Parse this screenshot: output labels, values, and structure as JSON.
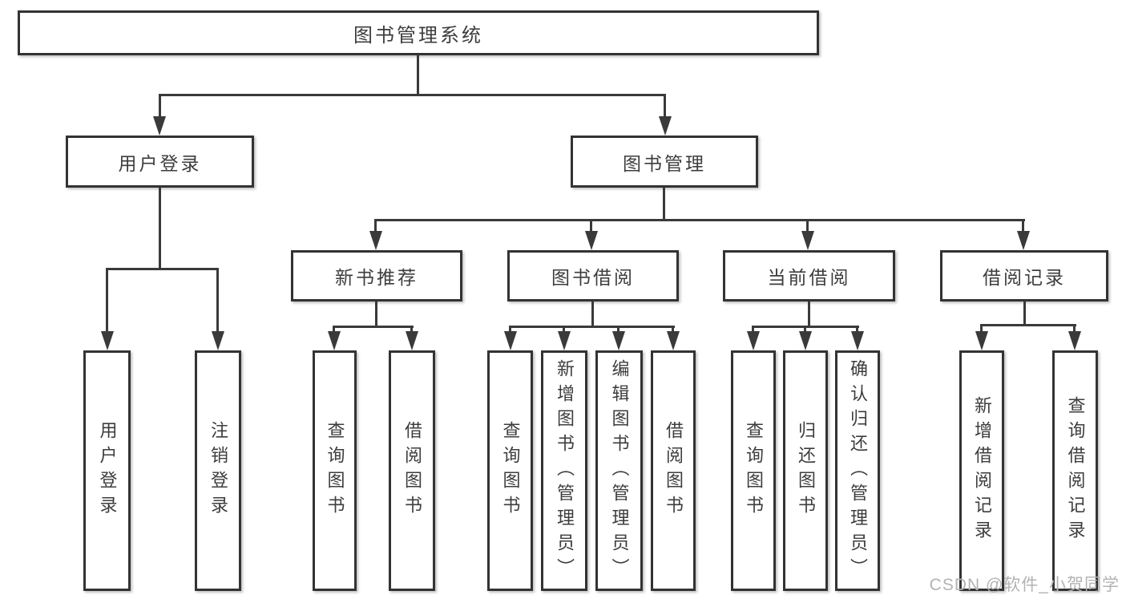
{
  "colors": {
    "background": "#ffffff",
    "line": "#3a3a3a",
    "box_border": "#333333",
    "text": "#3d3d3d",
    "watermark_text": "#b3b3b3"
  },
  "diagram": {
    "type": "tree-hierarchy",
    "nodes": {
      "root": "图书管理系统",
      "user_login": "用户登录",
      "book_management": "图书管理",
      "new_book_recommend": "新书推荐",
      "book_borrow": "图书借阅",
      "current_borrow": "当前借阅",
      "borrow_records": "借阅记录",
      "leaf_user_login": "用户登录",
      "leaf_logout": "注销登录",
      "leaf_query_books_1": "查询图书",
      "leaf_borrow_books_1": "借阅图书",
      "leaf_query_books_2": "查询图书",
      "leaf_add_books": "新增图书（管理员）",
      "leaf_edit_books": "编辑图书（管理员）",
      "leaf_borrow_books_2": "借阅图书",
      "leaf_query_books_3": "查询图书",
      "leaf_return_books": "归还图书",
      "leaf_confirm_return": "确认归还（管理员）",
      "leaf_add_borrow_record": "新增借阅记录",
      "leaf_query_borrow_record": "查询借阅记录"
    },
    "edges": [
      [
        "图书管理系统",
        "用户登录"
      ],
      [
        "图书管理系统",
        "图书管理"
      ],
      [
        "用户登录",
        "用户登录(叶)"
      ],
      [
        "用户登录",
        "注销登录"
      ],
      [
        "图书管理",
        "新书推荐"
      ],
      [
        "图书管理",
        "图书借阅"
      ],
      [
        "图书管理",
        "当前借阅"
      ],
      [
        "图书管理",
        "借阅记录"
      ],
      [
        "新书推荐",
        "查询图书"
      ],
      [
        "新书推荐",
        "借阅图书"
      ],
      [
        "图书借阅",
        "查询图书"
      ],
      [
        "图书借阅",
        "新增图书（管理员）"
      ],
      [
        "图书借阅",
        "编辑图书（管理员）"
      ],
      [
        "图书借阅",
        "借阅图书"
      ],
      [
        "当前借阅",
        "查询图书"
      ],
      [
        "当前借阅",
        "归还图书"
      ],
      [
        "当前借阅",
        "确认归还（管理员）"
      ],
      [
        "借阅记录",
        "新增借阅记录"
      ],
      [
        "借阅记录",
        "查询借阅记录"
      ]
    ]
  },
  "watermark": "CSDN @软件_小贺同学"
}
